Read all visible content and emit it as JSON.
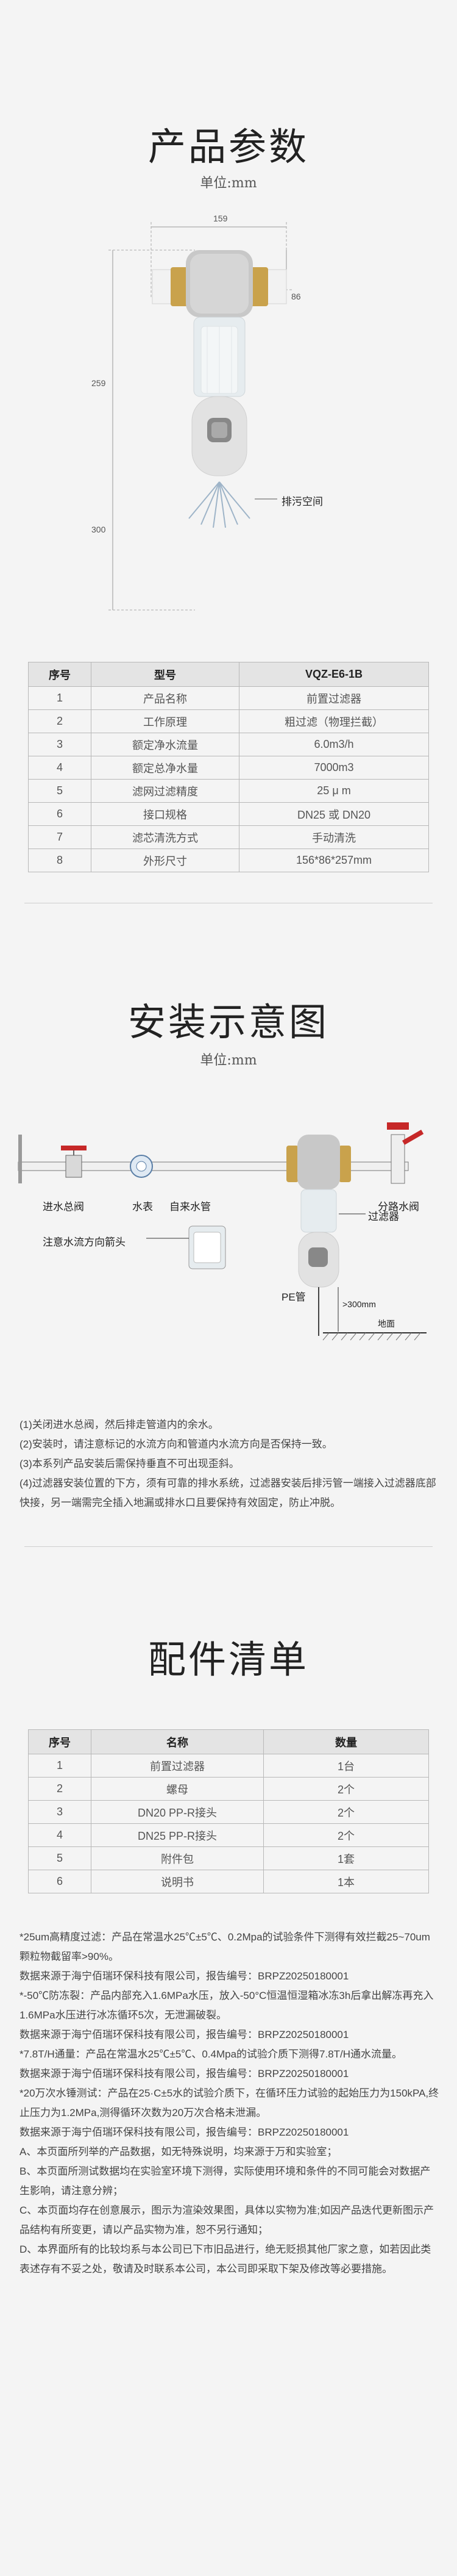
{
  "params": {
    "title": "产品参数",
    "unit": "单位:mm",
    "dims": {
      "width": "159",
      "top": "86",
      "height": "259",
      "drain": "300"
    },
    "drain_label": "排污空间",
    "table": {
      "headers": [
        "序号",
        "型号",
        "VQZ-E6-1B"
      ],
      "rows": [
        [
          "1",
          "产品名称",
          "前置过滤器"
        ],
        [
          "2",
          "工作原理",
          "粗过滤（物理拦截）"
        ],
        [
          "3",
          "额定净水流量",
          "6.0m3/h"
        ],
        [
          "4",
          "额定总净水量",
          "7000m3"
        ],
        [
          "5",
          "滤网过滤精度",
          "25 μ m"
        ],
        [
          "6",
          "接口规格",
          "DN25 或 DN20"
        ],
        [
          "7",
          "滤芯清洗方式",
          "手动清洗"
        ],
        [
          "8",
          "外形尺寸",
          "156*86*257mm"
        ]
      ]
    }
  },
  "install": {
    "title": "安装示意图",
    "unit": "单位:mm",
    "labels": {
      "inlet_valve": "进水总阀",
      "meter": "水表",
      "tap": "自来水管",
      "branch": "分路水阀",
      "arrow_note": "注意水流方向箭头",
      "filter": "过滤器",
      "pe_pipe": "PE管",
      "clearance": ">300mm",
      "ground": "地面"
    },
    "notes": [
      "(1)关闭进水总阀，然后排走管道内的余水。",
      "(2)安装时，请注意标记的水流方向和管道内水流方向是否保持一致。",
      "(3)本系列产品安装后需保持垂直不可出现歪斜。",
      "(4)过滤器安装位置的下方，须有可靠的排水系统，过滤器安装后排污管一端接入过滤器底部快接，另一端需完全插入地漏或排水口且要保持有效固定，防止冲脱。"
    ]
  },
  "accessories": {
    "title": "配件清单",
    "table": {
      "headers": [
        "序号",
        "名称",
        "数量"
      ],
      "rows": [
        [
          "1",
          "前置过滤器",
          "1台"
        ],
        [
          "2",
          "螺母",
          "2个"
        ],
        [
          "3",
          "DN20 PP-R接头",
          "2个"
        ],
        [
          "4",
          "DN25 PP-R接头",
          "2个"
        ],
        [
          "5",
          "附件包",
          "1套"
        ],
        [
          "6",
          "说明书",
          "1本"
        ]
      ]
    }
  },
  "footnotes": [
    "*25um高精度过滤：产品在常温水25℃±5℃、0.2Mpa的试验条件下测得有效拦截25~70um颗粒物截留率>90%。",
    "数据来源于海宁佰瑞环保科技有限公司，报告编号：BRPZ20250180001",
    "*-50℃防冻裂：产品内部充入1.6MPa水压，放入-50°C恒温恒湿箱冰冻3h后拿出解冻再充入1.6MPa水压进行冰冻循环5次，无泄漏破裂。",
    "数据来源于海宁佰瑞环保科技有限公司，报告编号：BRPZ20250180001",
    "*7.8T/H通量：产品在常温水25℃±5℃、0.4Mpa的试验介质下测得7.8T/H通水流量。",
    "数据来源于海宁佰瑞环保科技有限公司，报告编号：BRPZ20250180001",
    "*20万次水锤测试：产品在25·C±5水的试验介质下，在循环压力试验的起始压力为150kPA,终止压力为1.2MPa,测得循环次数为20万次合格未泄漏。",
    "数据来源于海宁佰瑞环保科技有限公司，报告编号：BRPZ20250180001",
    "A、本页面所列举的产品数据，如无特殊说明，均来源于万和实验室；",
    "B、本页面所测试数据均在实验室环境下测得，实际使用环境和条件的不同可能会对数据产生影响，请注意分辨；",
    "C、本页面均存在创意展示，图示为渲染效果图，具体以实物为准;如因产品迭代更新图示产品结构有所变更，请以产品实物为准，恕不另行通知；",
    "D、本界面所有的比较均系与本公司已下市旧品进行，绝无贬损其他厂家之意，如若因此类表述存有不妥之处，敬请及时联系本公司，本公司即采取下架及修改等必要措施。"
  ],
  "colors": {
    "brass": "#c9a24c",
    "body_gray": "#c8c8c8",
    "bowl": "#e6ecef",
    "header_bg": "#e4e4e4"
  }
}
